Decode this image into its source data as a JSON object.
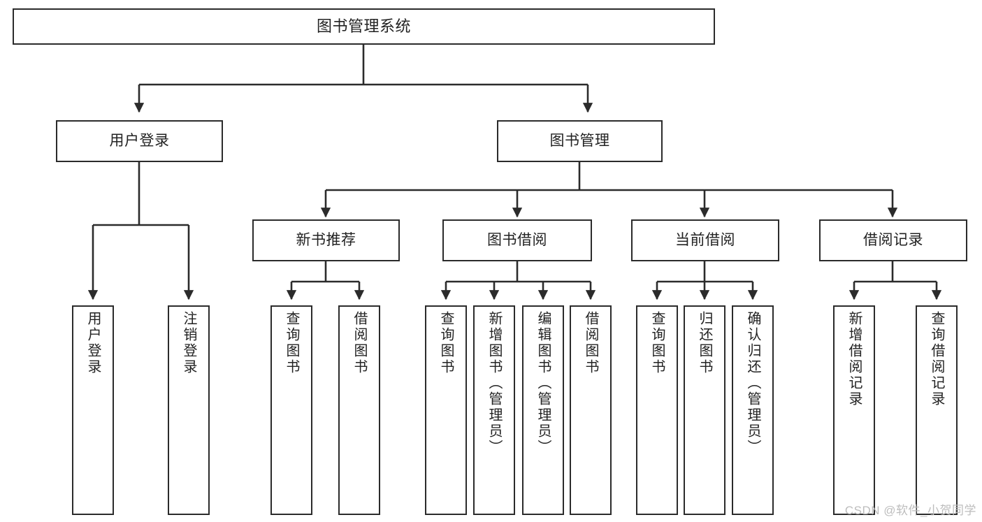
{
  "diagram": {
    "title": "图书管理系统",
    "type": "tree-hierarchy",
    "root": {
      "label": "图书管理系统"
    },
    "level2": [
      {
        "label": "用户登录"
      },
      {
        "label": "图书管理"
      }
    ],
    "level3": [
      {
        "label": "新书推荐"
      },
      {
        "label": "图书借阅"
      },
      {
        "label": "当前借阅"
      },
      {
        "label": "借阅记录"
      }
    ],
    "leaves": {
      "user_login": [
        {
          "label": "用户登录"
        },
        {
          "label": "注销登录"
        }
      ],
      "new_book_recommend": [
        {
          "label": "查询图书"
        },
        {
          "label": "借阅图书"
        }
      ],
      "book_borrow": [
        {
          "label": "查询图书"
        },
        {
          "label": "新增图书（管理员）"
        },
        {
          "label": "编辑图书（管理员）"
        },
        {
          "label": "借阅图书"
        }
      ],
      "current_borrow": [
        {
          "label": "查询图书"
        },
        {
          "label": "归还图书"
        },
        {
          "label": "确认归还（管理员）"
        }
      ],
      "borrow_record": [
        {
          "label": "新增借阅记录"
        },
        {
          "label": "查询借阅记录"
        }
      ]
    }
  },
  "watermark": {
    "text": "CSDN @软件_小贺同学"
  },
  "colors": {
    "stroke": "#2b2b2b",
    "text": "#222222",
    "background": "#ffffff",
    "watermark": "#bdbdbd"
  }
}
